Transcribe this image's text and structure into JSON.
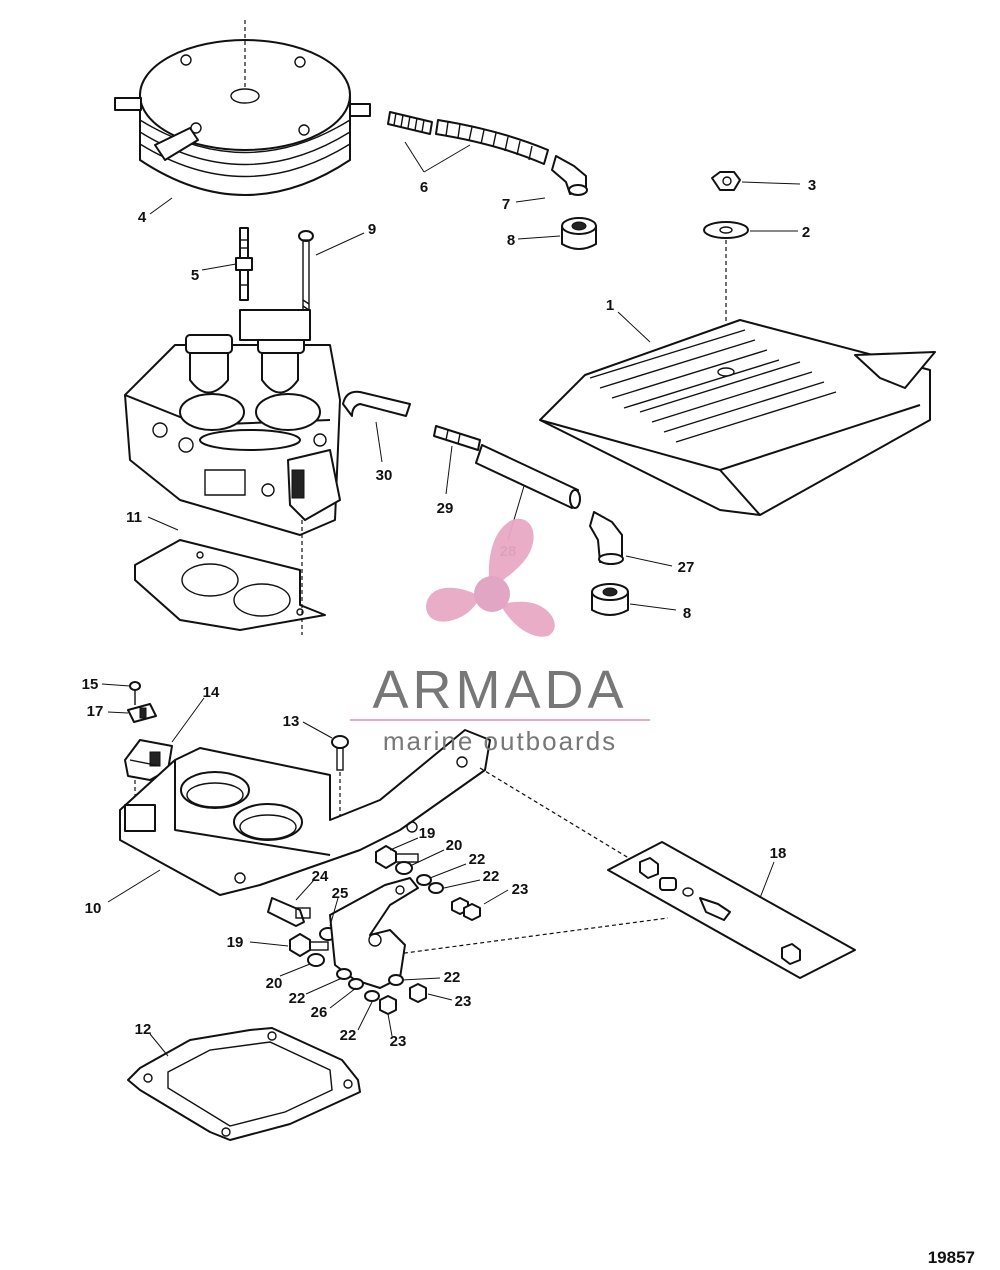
{
  "diagram": {
    "figure_number": "19857",
    "callouts": [
      {
        "id": "c1",
        "label": "1"
      },
      {
        "id": "c2",
        "label": "2"
      },
      {
        "id": "c3",
        "label": "3"
      },
      {
        "id": "c4",
        "label": "4"
      },
      {
        "id": "c5",
        "label": "5"
      },
      {
        "id": "c6",
        "label": "6"
      },
      {
        "id": "c7",
        "label": "7"
      },
      {
        "id": "c8a",
        "label": "8"
      },
      {
        "id": "c9",
        "label": "9"
      },
      {
        "id": "c30",
        "label": "30"
      },
      {
        "id": "c29",
        "label": "29"
      },
      {
        "id": "c28",
        "label": "28"
      },
      {
        "id": "c27",
        "label": "27"
      },
      {
        "id": "c8b",
        "label": "8"
      },
      {
        "id": "c11",
        "label": "11"
      },
      {
        "id": "c15",
        "label": "15"
      },
      {
        "id": "c14",
        "label": "14"
      },
      {
        "id": "c17",
        "label": "17"
      },
      {
        "id": "c13",
        "label": "13"
      },
      {
        "id": "c10",
        "label": "10"
      },
      {
        "id": "c18",
        "label": "18"
      },
      {
        "id": "c19a",
        "label": "19"
      },
      {
        "id": "c20a",
        "label": "20"
      },
      {
        "id": "c22a",
        "label": "22"
      },
      {
        "id": "c22b",
        "label": "22"
      },
      {
        "id": "c23a",
        "label": "23"
      },
      {
        "id": "c24",
        "label": "24"
      },
      {
        "id": "c25",
        "label": "25"
      },
      {
        "id": "c19b",
        "label": "19"
      },
      {
        "id": "c20b",
        "label": "20"
      },
      {
        "id": "c22c",
        "label": "22"
      },
      {
        "id": "c26",
        "label": "26"
      },
      {
        "id": "c22d",
        "label": "22"
      },
      {
        "id": "c22e",
        "label": "22"
      },
      {
        "id": "c23b",
        "label": "23"
      },
      {
        "id": "c23c",
        "label": "23"
      },
      {
        "id": "c12",
        "label": "12"
      }
    ]
  },
  "watermark": {
    "brand": "ARMADA",
    "tagline": "marine outboards",
    "logo_color": "#e8a9c6",
    "text_color": "#777777"
  }
}
